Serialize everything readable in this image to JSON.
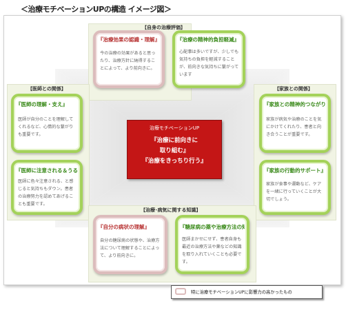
{
  "title": "＜治療モチベーションUPの構造 イメージ図＞",
  "sections": {
    "top": "【自身の治療評価】",
    "left": "【医師との関係】",
    "right": "【家族との関係】",
    "bottom": "【治療･病気に関する知識】"
  },
  "cards": [
    {
      "title": "『治療効果の認識・理解』",
      "body": "今の治療の効果があると思ったり、治療方針に納得することによって、より前向きに。"
    },
    {
      "title": "『治療の精神的負担軽減』",
      "body": "心配事は多いですが、少しでも気持ちの負担を軽減することが、前向きな気持ちに繋がっています"
    },
    {
      "title": "『医師の理解・支え』",
      "body": "医師が自分のことを理解してくれるなど、心情的な繋がりも重要です。"
    },
    {
      "title": "『医師に注意される＆うるさい』",
      "body": "医師に色々注意される、と感じると気持ちもダウン。患者の治療努力を認めてあげることも重要です。"
    },
    {
      "title": "『家族との精神的つながり』",
      "body": "家族が病気や治療のことを気にかけてくれたり、患者と向き合うことが重要です。"
    },
    {
      "title": "『家族の行動的サポート』",
      "body": "家族が食事や運動など、ケアを一緒に行っていくことが大切でしょう。"
    },
    {
      "title": "『自分の病状の理解』",
      "body": "自分の糖尿病の状態や、治療方法について理解することによって、より前向きに。"
    },
    {
      "title": "『糖尿病の薬や治療方法の知識』",
      "body": "医師まかせにせず、患者自身も最近の治療方法や薬などの知識を取り入れていくことも必要です。"
    }
  ],
  "center": {
    "subtitle": "治療モチベーションUP",
    "line1": "『治療に前向きに",
    "line2": "取り組む』",
    "line3": "『治療をきっちり行う』"
  },
  "legend": {
    "text": "特に治療モチベーションUPに影響力の高かったもの"
  },
  "colors": {
    "panel_bg": "#f1f4e4",
    "green_border": "#a4d25a",
    "pink_border": "#dcbcbc",
    "center_red": "#c41616"
  }
}
